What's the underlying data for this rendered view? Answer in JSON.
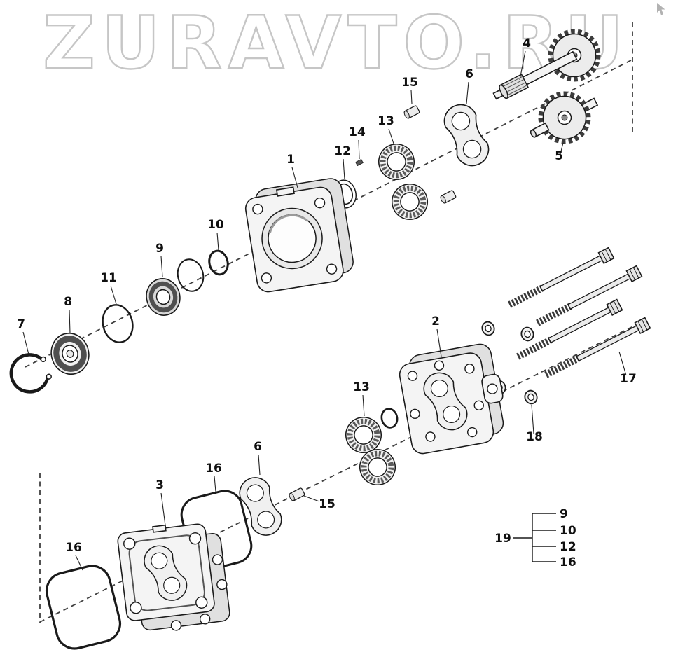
{
  "watermark": "ZURAVTO.RU",
  "callouts": {
    "p1": "1",
    "p2": "2",
    "p3": "3",
    "p4": "4",
    "p5": "5",
    "p6a": "6",
    "p6b": "6",
    "p7": "7",
    "p8": "8",
    "p9": "9",
    "p10": "10",
    "p11": "11",
    "p12": "12",
    "p13a": "13",
    "p13b": "13",
    "p14": "14",
    "p15a": "15",
    "p15b": "15",
    "p16a": "16",
    "p16b": "16",
    "p17": "17",
    "p18": "18"
  },
  "legend": {
    "label": "19",
    "items": [
      "9",
      "10",
      "12",
      "16"
    ]
  },
  "colors": {
    "line": "#1a1a1a",
    "watermark": "#c6c6c6",
    "metal-light": "#f4f4f4",
    "metal-shade": "#e0e0e0",
    "dark-band": "#4f4f4f"
  }
}
